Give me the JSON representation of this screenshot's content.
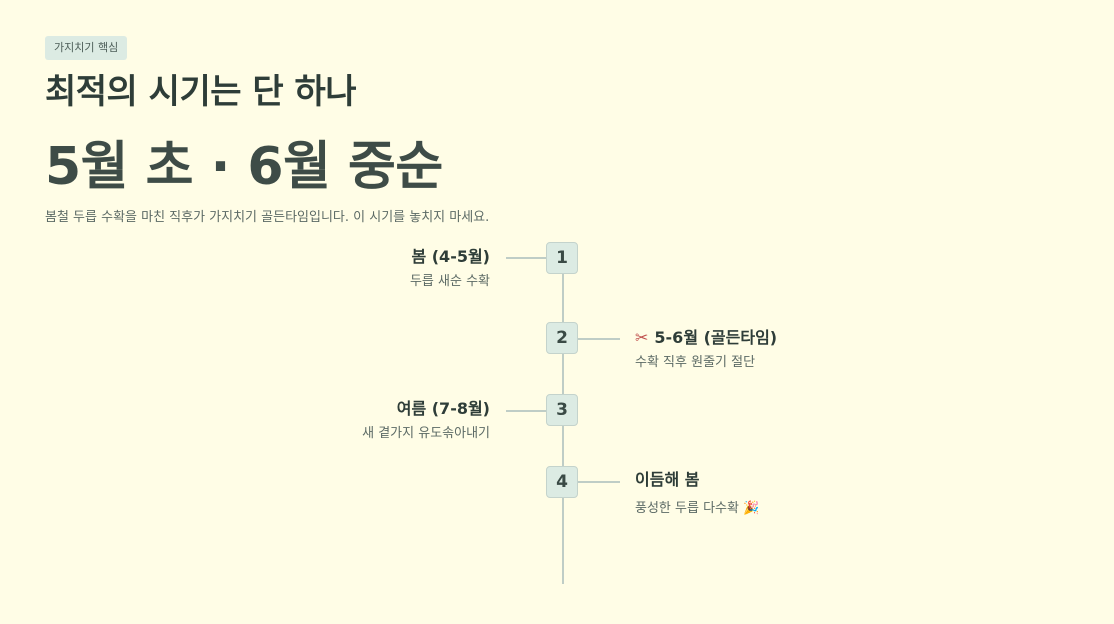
{
  "header": {
    "badge": "가지치기 핵심",
    "title": "최적의 시기는 단 하나",
    "headline": "5월 초 · 6월 중순",
    "description": "봄철 두릅 수확을 마친 직후가 가지치기 골든타임입니다. 이 시기를 놓치지 마세요."
  },
  "timeline": [
    {
      "step": "1",
      "title": "봄 (4-5월)",
      "subtitle": "두릅 새순 수확",
      "side": "left"
    },
    {
      "step": "2",
      "title": "5-6월 (골든타임)",
      "subtitle": "수확 직후 원줄기 절단",
      "side": "right",
      "icon": "scissors-icon",
      "icon_glyph": "✂"
    },
    {
      "step": "3",
      "title": "여름 (7-8월)",
      "subtitle": "새 곁가지 유도솎아내기",
      "side": "left"
    },
    {
      "step": "4",
      "title": "이듬해 봄",
      "subtitle": "풍성한 두릅 다수확",
      "side": "right",
      "trailing_icon": "party-popper-icon",
      "trailing_glyph": "🎉"
    }
  ],
  "colors": {
    "background": "#fffde6",
    "accent": "#dcebe3",
    "text": "#2e3d38",
    "line": "#bfcdc6"
  }
}
